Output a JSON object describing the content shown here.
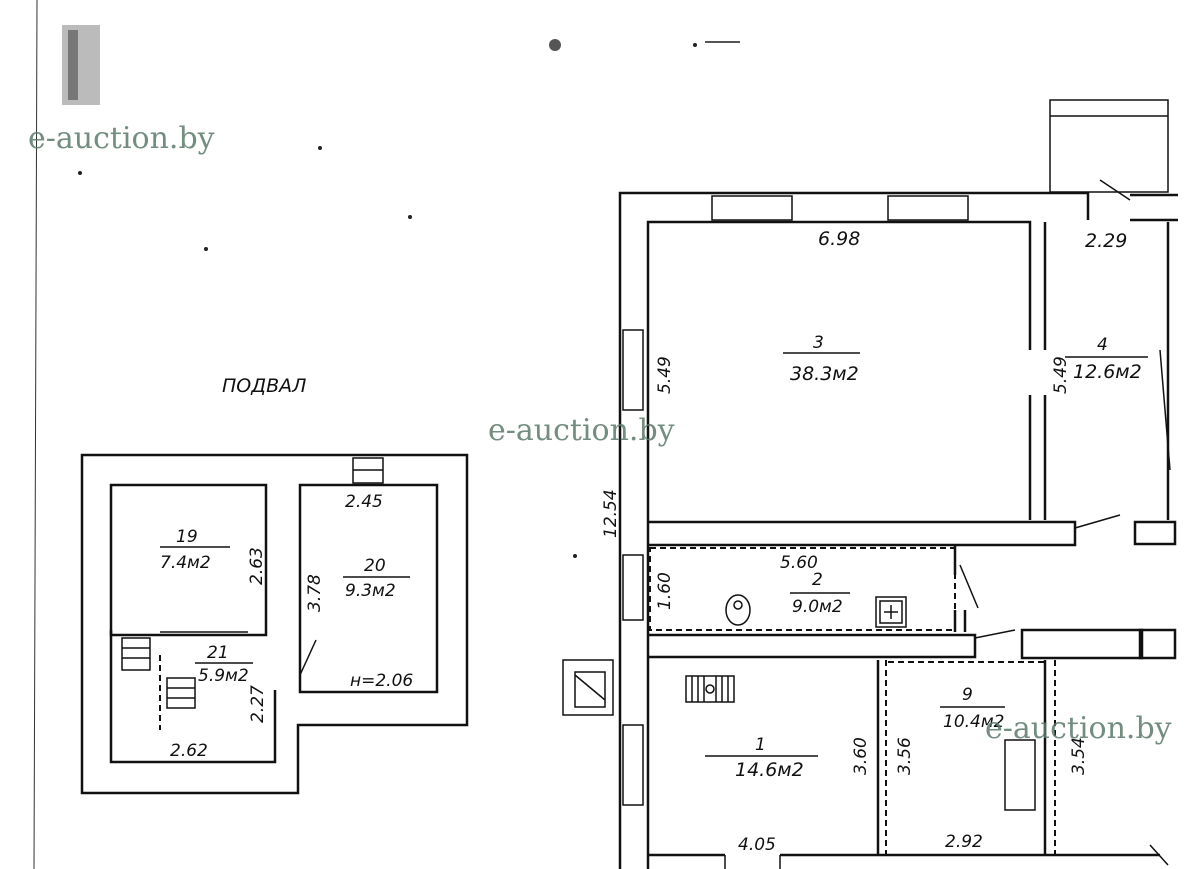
{
  "watermark": "e-auction.by",
  "basement_title": "ПОДВАЛ",
  "rooms": [
    {
      "id": "r19",
      "num": "19",
      "area": "7.4м2"
    },
    {
      "id": "r20",
      "num": "20",
      "area": "9.3м2"
    },
    {
      "id": "r21",
      "num": "21",
      "area": "5.9м2"
    },
    {
      "id": "r3",
      "num": "3",
      "area": "38.3м2"
    },
    {
      "id": "r4",
      "num": "4",
      "area": "12.6м2"
    },
    {
      "id": "r2",
      "num": "2",
      "area": "9.0м2"
    },
    {
      "id": "r1",
      "num": "1",
      "area": "14.6м2"
    },
    {
      "id": "r9",
      "num": "9",
      "area": "10.4м2"
    }
  ],
  "dimensions": {
    "d245": "2.45",
    "d263": "2.63",
    "d378": "3.78",
    "h206": "н=2.06",
    "d227": "2.27",
    "d262": "2.62",
    "d698": "6.98",
    "d229": "2.29",
    "d549a": "5.49",
    "d549b": "5.49",
    "d1254": "12.54",
    "d560": "5.60",
    "d160": "1.60",
    "d360": "3.60",
    "d356": "3.56",
    "d354": "3.54",
    "d405": "4.05",
    "d292": "2.92"
  }
}
